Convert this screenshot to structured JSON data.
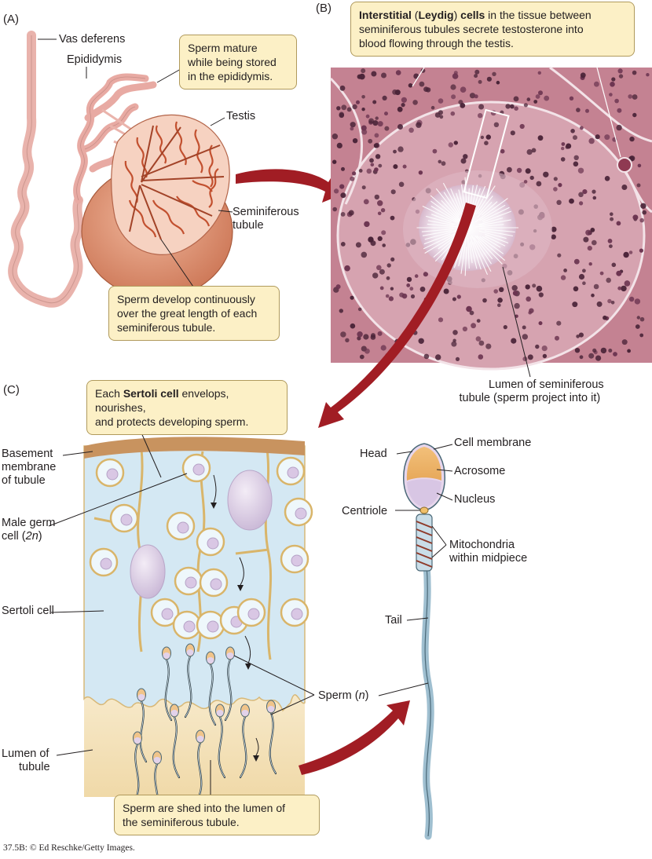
{
  "panels": {
    "a": "(A)",
    "b": "(B)",
    "c": "(C)"
  },
  "panel_a": {
    "vas_deferens": "Vas deferens",
    "epididymis": "Epididymis",
    "testis": "Testis",
    "seminiferous_1": "Seminiferous",
    "seminiferous_2": "tubule",
    "callout_mature": [
      "Sperm mature",
      "while being stored",
      "in the epididymis."
    ],
    "callout_develop": [
      "Sperm develop continuously",
      "over the great length of each",
      "seminiferous tubule."
    ]
  },
  "panel_b": {
    "callout_bold_1": "Interstitial",
    "callout_plain_1": " (",
    "callout_bold_2": "Leydig",
    "callout_plain_2": ")",
    "callout_bold_3": " cells",
    "callout_rest_1": " in the tissue between",
    "callout_line_2": "seminiferous tubules secrete testosterone into",
    "callout_line_3": "blood flowing through the testis.",
    "lumen_1": "Lumen of seminiferous",
    "lumen_2": "tubule (sperm project into it)"
  },
  "panel_c": {
    "callout_pre": "Each ",
    "callout_bold": "Sertoli cell",
    "callout_post": " envelops, nourishes,",
    "callout_line_2": "and protects developing sperm.",
    "basement_1": "Basement",
    "basement_2": "membrane",
    "basement_3": "of tubule",
    "germ_1": "Male germ",
    "germ_2": "cell (",
    "germ_2n": "2n",
    "germ_2end": ")",
    "sertoli": "Sertoli cell",
    "lumen_1": "Lumen of",
    "lumen_2": "tubule",
    "sperm_pre": "Sperm (",
    "sperm_n": "n",
    "sperm_post": ")",
    "callout_shed": [
      "Sperm are shed into the lumen of",
      "the seminiferous tubule."
    ]
  },
  "sperm_cell": {
    "head": "Head",
    "cell_membrane": "Cell membrane",
    "acrosome": "Acrosome",
    "nucleus": "Nucleus",
    "centriole": "Centriole",
    "mito_1": "Mitochondria",
    "mito_2": "within midpiece",
    "tail": "Tail"
  },
  "credit": "37.5B: © Ed Reschke/Getty Images.",
  "colors": {
    "callout_fill": "#fcf0c6",
    "arrow": "#a11d24",
    "testis": "#d98a6a",
    "tubule": "#f4c8b6",
    "sertoli": "#cfe6f2",
    "lumen": "#f2ddb0",
    "tissue": "#c47f8f"
  }
}
